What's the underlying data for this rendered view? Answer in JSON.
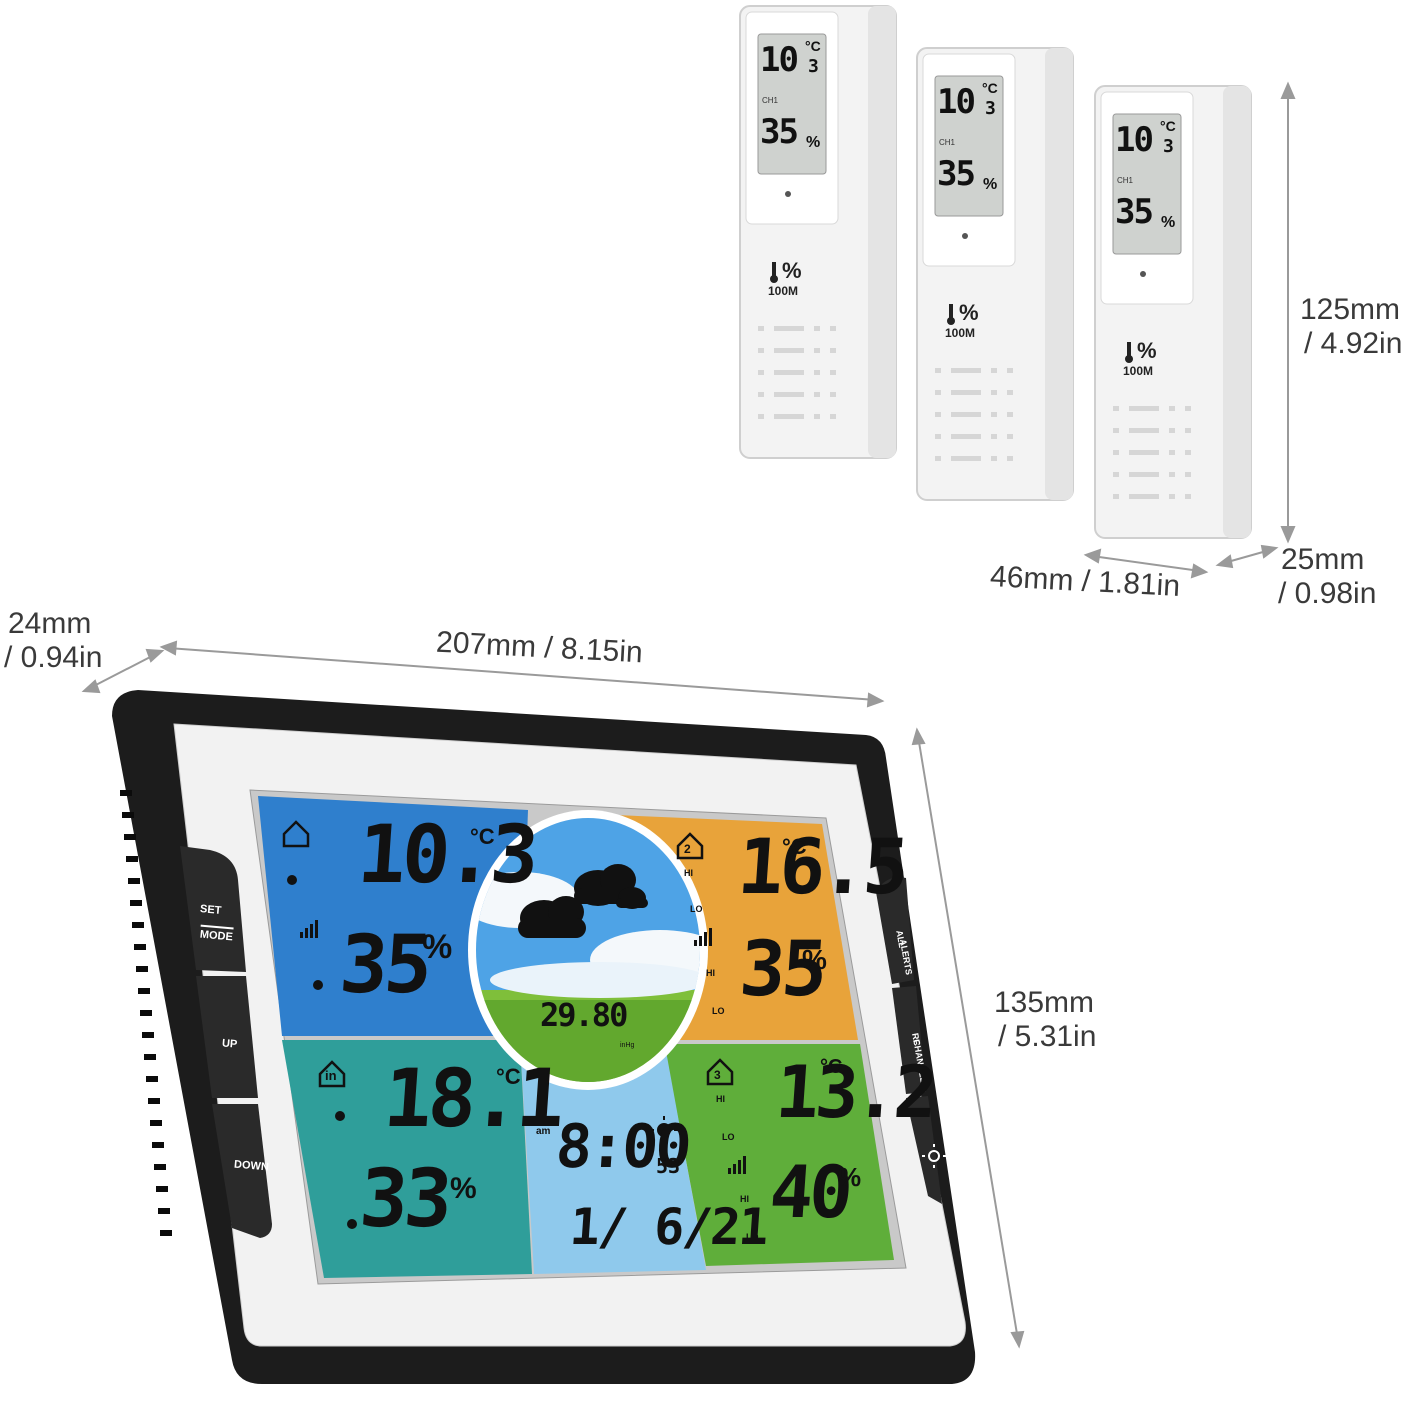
{
  "dimensions": {
    "sensor_height_mm": "125mm",
    "sensor_height_in": "/ 4.92in",
    "sensor_width": "46mm / 1.81in",
    "sensor_depth_mm": "25mm",
    "sensor_depth_in": "/ 0.98in",
    "station_depth_mm": "24mm",
    "station_depth_in": "/ 0.94in",
    "station_width": "207mm / 8.15in",
    "station_height_mm": "135mm",
    "station_height_in": "/ 5.31in"
  },
  "sensors": [
    {
      "temp": "10",
      "temp_dec": "3",
      "unit": "°C",
      "channel": "CH1",
      "humidity": "35",
      "hum_unit": "%",
      "range": "100M"
    },
    {
      "temp": "10",
      "temp_dec": "3",
      "unit": "°C",
      "channel": "CH1",
      "humidity": "35",
      "hum_unit": "%",
      "range": "100M"
    },
    {
      "temp": "10",
      "temp_dec": "3",
      "unit": "°C",
      "channel": "CH1",
      "humidity": "35",
      "hum_unit": "%",
      "range": "100M"
    }
  ],
  "station": {
    "buttons_left": [
      "SET",
      "MODE",
      "UP",
      "DOWN"
    ],
    "buttons_right": [
      "ALL",
      "ALERTS",
      "RF",
      "CHANNEL"
    ],
    "zone_outdoor": {
      "temp": "10.3",
      "unit": "°C",
      "humidity": "35",
      "hum_unit": "%"
    },
    "zone_indoor": {
      "label": "in",
      "temp": "18.1",
      "unit": "°C",
      "humidity": "33",
      "hum_unit": "%"
    },
    "zone_ch2": {
      "channel": "2",
      "temp": "16.5",
      "unit": "°C",
      "humidity": "35",
      "hum_unit": "%",
      "hi": "HI",
      "lo": "LO"
    },
    "zone_ch3": {
      "channel": "3",
      "temp": "13.2",
      "unit": "°C",
      "humidity": "40",
      "hum_unit": "%",
      "hi": "HI",
      "lo": "LO"
    },
    "pressure": {
      "value": "29.80",
      "unit": "inHg"
    },
    "clock": {
      "ampm": "am",
      "time": "8:00",
      "seconds": "53",
      "date": "1/ 6/21"
    }
  },
  "colors": {
    "zone_outdoor": "#2f7fcd",
    "zone_indoor": "#2f9e9a",
    "zone_ch2": "#e8a33a",
    "zone_ch3": "#5fae3a",
    "clock_bg": "#8fc9ec",
    "frame": "#1c1c1c"
  },
  "icons": [
    "house-icon",
    "signal-icon",
    "cloud-icon",
    "sun-icon",
    "thermometer-icon",
    "bell-icon",
    "brightness-icon"
  ]
}
